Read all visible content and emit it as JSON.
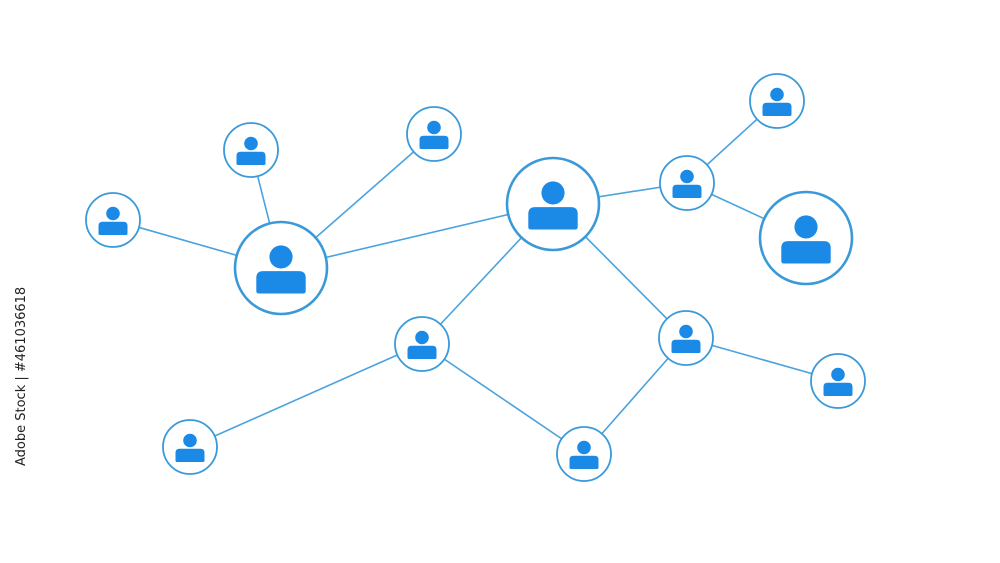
{
  "colors": {
    "line": "#4aa3df",
    "ring": "#3a9ad9",
    "icon": "#1a8ae6",
    "fill": "#ffffff"
  },
  "stock_id_text": "Adobe Stock | #461036618",
  "node_icon": "user-icon",
  "nodes": [
    {
      "id": "n1",
      "size": "large"
    },
    {
      "id": "n2",
      "size": "large"
    },
    {
      "id": "n3",
      "size": "large"
    },
    {
      "id": "n4",
      "size": "small"
    },
    {
      "id": "n5",
      "size": "small"
    },
    {
      "id": "n6",
      "size": "small"
    },
    {
      "id": "n7",
      "size": "small"
    },
    {
      "id": "n8",
      "size": "small"
    },
    {
      "id": "n9",
      "size": "small"
    },
    {
      "id": "n10",
      "size": "small"
    },
    {
      "id": "n11",
      "size": "small"
    },
    {
      "id": "n12",
      "size": "small"
    },
    {
      "id": "n13",
      "size": "small"
    },
    {
      "id": "n14",
      "size": "small"
    }
  ],
  "edges": [
    [
      "n1",
      "n4"
    ],
    [
      "n1",
      "n5"
    ],
    [
      "n1",
      "n6"
    ],
    [
      "n1",
      "n2"
    ],
    [
      "n2",
      "n7"
    ],
    [
      "n2",
      "n10"
    ],
    [
      "n2",
      "n11"
    ],
    [
      "n7",
      "n8"
    ],
    [
      "n7",
      "n3"
    ],
    [
      "n10",
      "n12"
    ],
    [
      "n10",
      "n13"
    ],
    [
      "n11",
      "n13"
    ],
    [
      "n11",
      "n14"
    ]
  ]
}
